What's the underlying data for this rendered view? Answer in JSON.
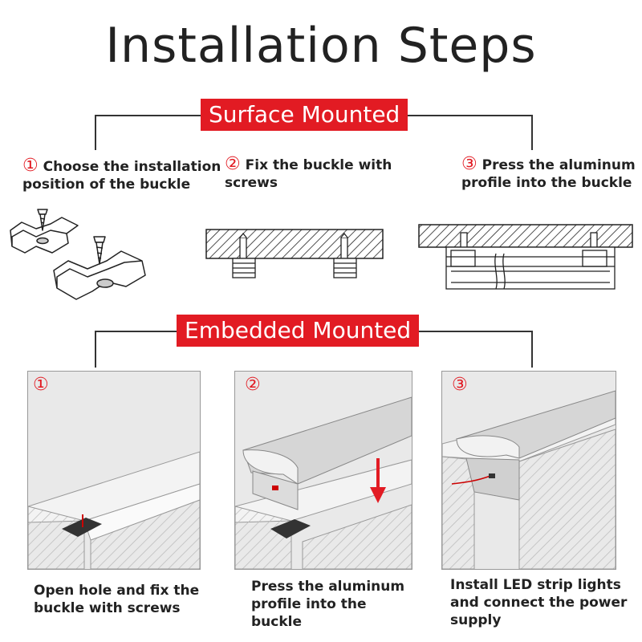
{
  "title": "Installation Steps",
  "surface": {
    "banner": "Surface Mounted",
    "steps": [
      {
        "num": "①",
        "text": "Choose the installation position of the buckle"
      },
      {
        "num": "②",
        "text": "Fix the buckle with screws"
      },
      {
        "num": "③",
        "text": "Press the aluminum profile into the buckle"
      }
    ]
  },
  "embedded": {
    "banner": "Embedded Mounted",
    "panels": [
      {
        "num": "①",
        "caption": "Open hole and fix the buckle with screws"
      },
      {
        "num": "②",
        "caption": "Press the aluminum profile into the buckle"
      },
      {
        "num": "③",
        "caption": "Install LED strip lights and connect the power supply"
      }
    ]
  },
  "colors": {
    "accent": "#e21b23",
    "text": "#222222"
  }
}
